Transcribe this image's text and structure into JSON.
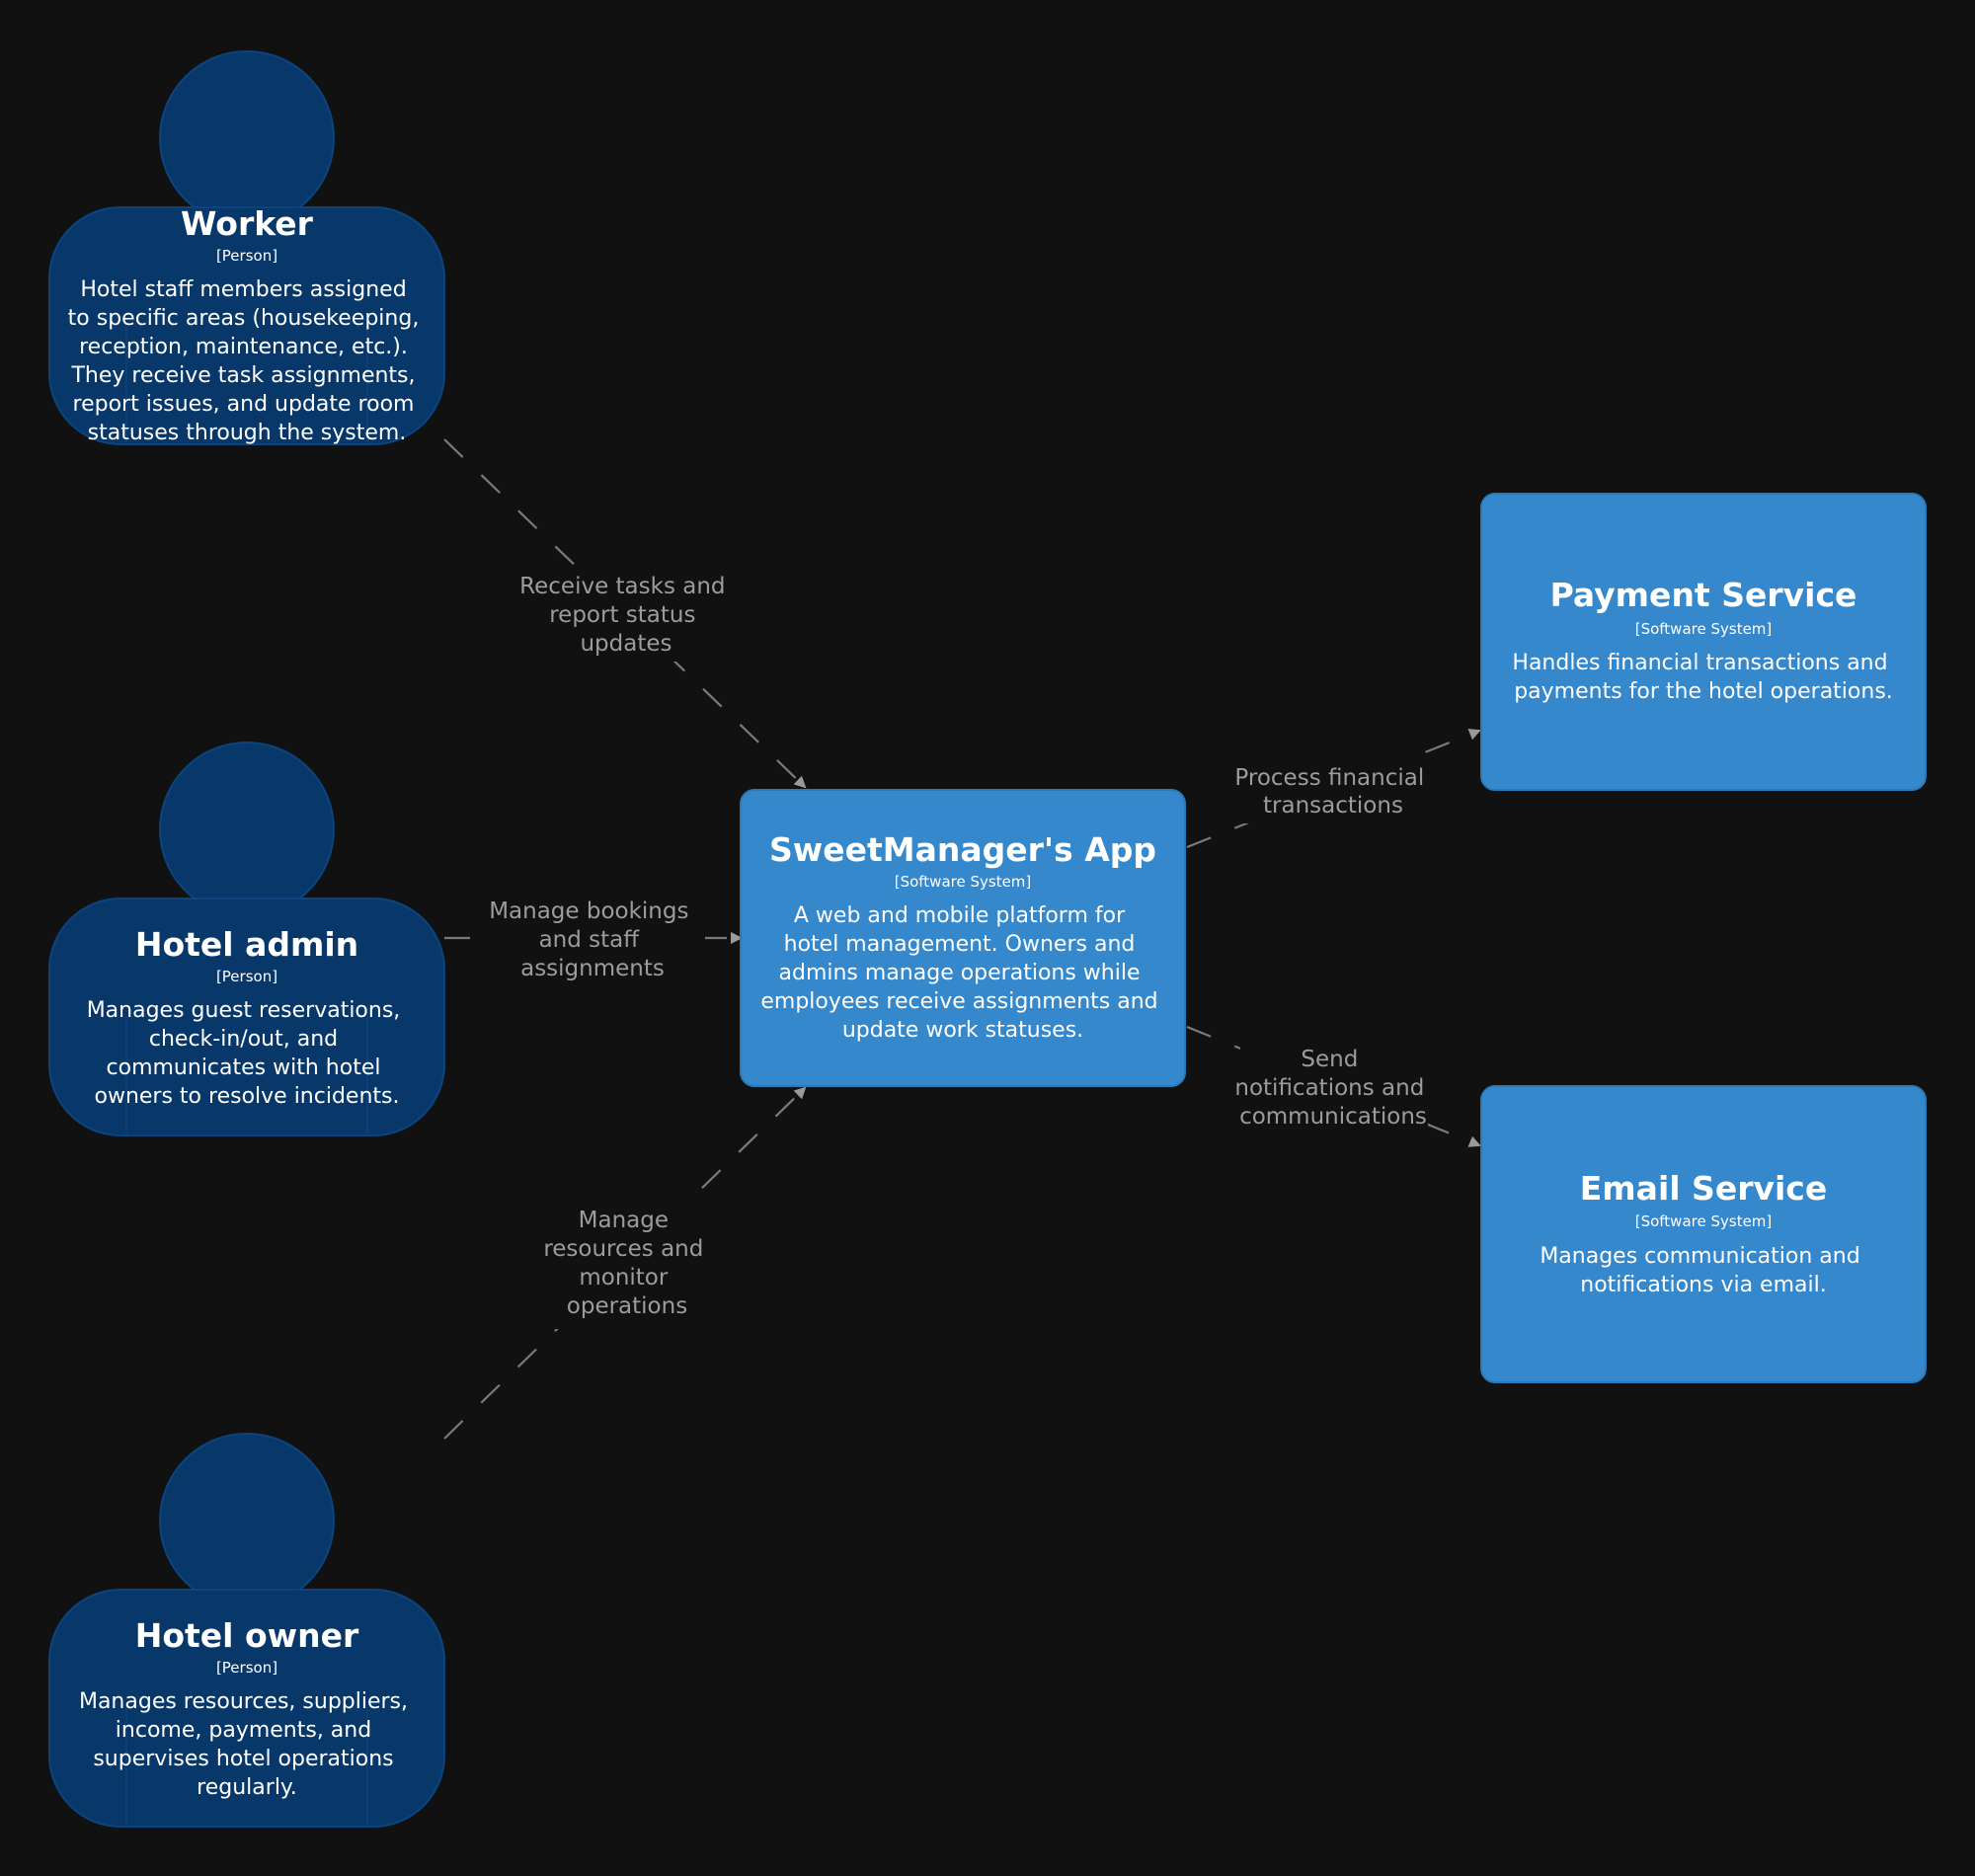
{
  "colors": {
    "background": "#111111",
    "person": "#08386a",
    "software_system": "#3588cb",
    "edge": "#7a7a7a",
    "edge_label": "#9c9c9c",
    "text": "#ffffff"
  },
  "persons": {
    "worker": {
      "icon": "person-icon",
      "title": "Worker",
      "type": "[Person]",
      "description": [
        "Hotel staff members assigned",
        "to specific areas (housekeeping,",
        "reception, maintenance, etc.).",
        "They receive task assignments,",
        "report issues, and update room",
        "statuses through the system."
      ]
    },
    "hotel_admin": {
      "icon": "person-icon",
      "title": "Hotel admin",
      "type": "[Person]",
      "description": [
        "Manages guest reservations,",
        "check-in/out, and",
        "communicates with hotel",
        "owners to resolve incidents."
      ]
    },
    "hotel_owner": {
      "icon": "person-icon",
      "title": "Hotel owner",
      "type": "[Person]",
      "description": [
        "Manages resources, suppliers,",
        "income, payments, and",
        "supervises hotel operations",
        "regularly."
      ]
    }
  },
  "systems": {
    "sweetmanager": {
      "title": "SweetManager's App",
      "type": "[Software System]",
      "description": [
        "A web and mobile platform for",
        "hotel management. Owners and",
        "admins manage operations while",
        "employees receive assignments and",
        "update work statuses."
      ]
    },
    "payment": {
      "title": "Payment Service",
      "type": "[Software System]",
      "description": [
        "Handles financial transactions and",
        "payments for the hotel operations."
      ]
    },
    "email": {
      "title": "Email Service",
      "type": "[Software System]",
      "description": [
        "Manages communication and",
        "notifications via email."
      ]
    }
  },
  "relationships": {
    "worker_to_app": [
      "Receive tasks and",
      "report status",
      "updates"
    ],
    "admin_to_app": [
      "Manage bookings",
      "and staff",
      "assignments"
    ],
    "owner_to_app": [
      "Manage",
      "resources and",
      "monitor",
      "operations"
    ],
    "app_to_payment": [
      "Process financial",
      "transactions"
    ],
    "app_to_email": [
      "Send",
      "notifications and",
      "communications"
    ]
  }
}
